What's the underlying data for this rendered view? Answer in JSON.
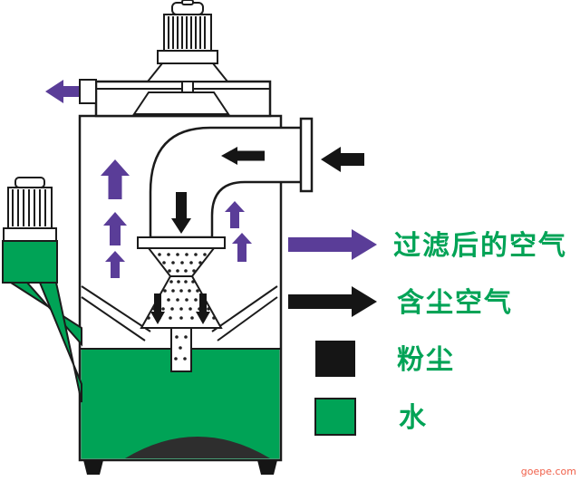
{
  "colors": {
    "purple": "#5a3d98",
    "green": "#00a356",
    "black": "#151515",
    "outline": "#1b1b1b",
    "sludge": "#2e2e2e",
    "watermark": "#f0604a",
    "background": "#ffffff"
  },
  "legend": {
    "items": [
      {
        "symbol": "purple-arrow",
        "label": "过滤后的空气"
      },
      {
        "symbol": "black-arrow",
        "label": "含尘空气"
      },
      {
        "symbol": "black-square",
        "label": "粉尘"
      },
      {
        "symbol": "green-square",
        "label": "水"
      }
    ]
  },
  "watermark": {
    "text": "goepe.com"
  }
}
